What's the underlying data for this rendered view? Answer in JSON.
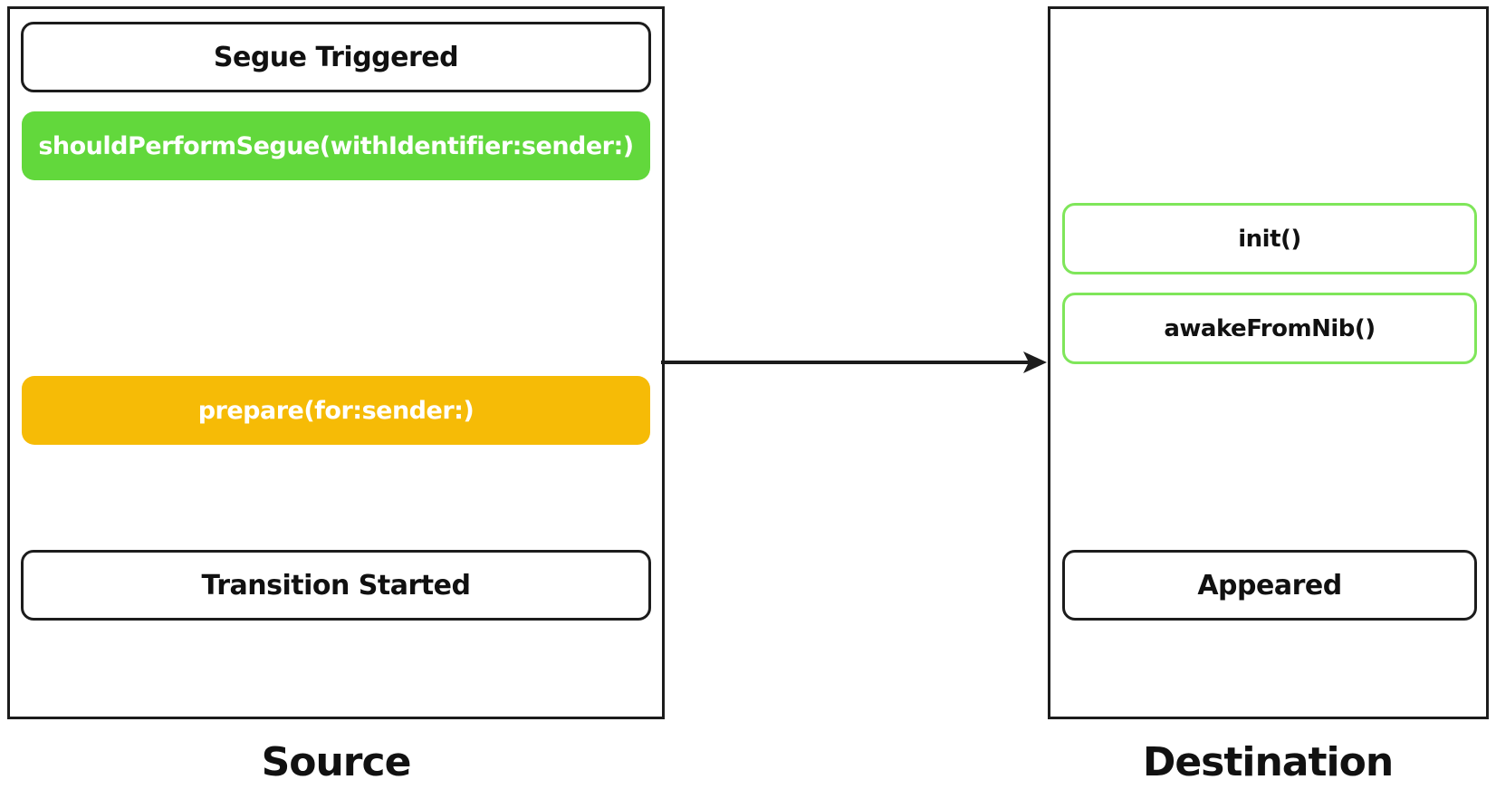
{
  "diagram": {
    "source": {
      "caption": "Source",
      "steps": {
        "segue_triggered": "Segue Triggered",
        "should_perform": "shouldPerformSegue(withIdentifier:sender:)",
        "prepare": "prepare(for:sender:)",
        "transition_started": "Transition Started"
      }
    },
    "destination": {
      "caption": "Destination",
      "steps": {
        "init": "init()",
        "awake_from_nib": "awakeFromNib()",
        "appeared": "Appeared"
      }
    }
  },
  "colors": {
    "stroke": "#1c1c1c",
    "should_perform_fill": "#62d83c",
    "prepare_fill": "#f6bb06",
    "destination_outline": "#7fe65a"
  }
}
